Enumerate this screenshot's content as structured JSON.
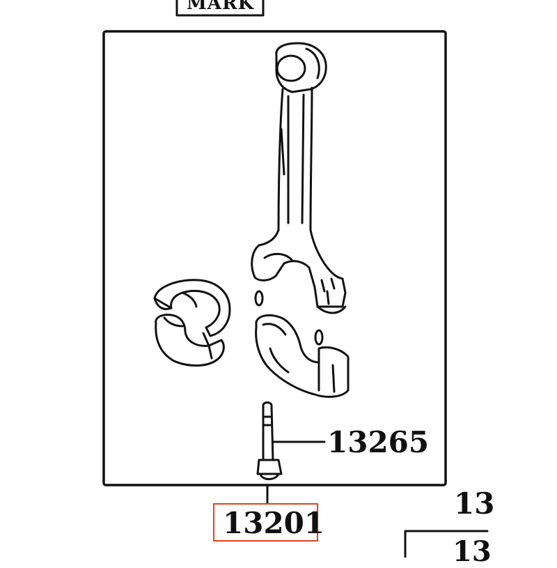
{
  "header_tab": {
    "text": "MARK"
  },
  "callouts": {
    "bolt": "13265",
    "assembly": "13201"
  },
  "neighbor_fragments": {
    "upper": "13",
    "lower": "13"
  },
  "colors": {
    "line": "#111111",
    "highlight": "#e0441b",
    "background": "#ffffff"
  },
  "icons": {
    "connecting_rod": "connecting-rod-icon",
    "bearing_shells": "bearing-shells-icon",
    "rod_cap": "rod-cap-icon",
    "rod_bolt": "rod-bolt-icon"
  }
}
